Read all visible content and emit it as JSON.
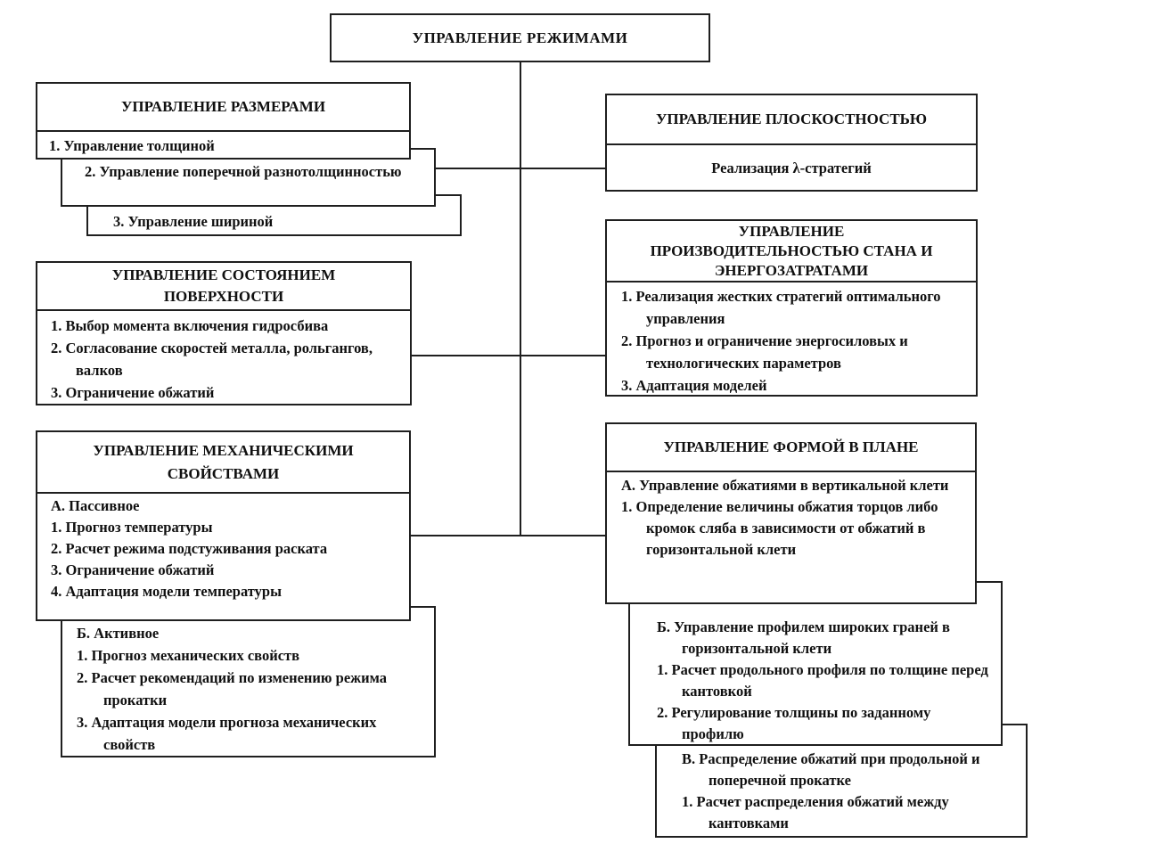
{
  "colors": {
    "background": "#ffffff",
    "border": "#1f1f1f",
    "text": "#101010"
  },
  "diagram": {
    "root": {
      "title": "УПРАВЛЕНИЕ РЕЖИМАМИ"
    },
    "dimensions": {
      "title": "УПРАВЛЕНИЕ РАЗМЕРАМИ",
      "item1": "1. Управление толщиной",
      "item2": "2. Управление поперечной разнотолщинностью",
      "item3": "3. Управление шириной"
    },
    "surface": {
      "title": "УПРАВЛЕНИЕ СОСТОЯНИЕМ ПОВЕРХНОСТИ",
      "items": [
        "1. Выбор момента включения гидросбива",
        "2. Согласование скоростей металла, рольгангов, валков",
        "3. Ограничение обжатий"
      ]
    },
    "mechanical": {
      "title": "УПРАВЛЕНИЕ МЕХАНИЧЕСКИМИ СВОЙСТВАМИ",
      "passive_items": [
        "А. Пассивное",
        "1. Прогноз температуры",
        "2. Расчет режима подстуживания раската",
        "3. Ограничение обжатий",
        "4. Адаптация модели температуры"
      ],
      "active_items": [
        "Б. Активное",
        "1. Прогноз механических свойств",
        "2. Расчет рекомендаций по изменению режима прокатки",
        "3. Адаптация модели прогноза механических свойств"
      ]
    },
    "flatness": {
      "title": "УПРАВЛЕНИЕ ПЛОСКОСТНОСТЬЮ",
      "item": "Реализация λ-стратегий"
    },
    "productivity": {
      "title": "УПРАВЛЕНИЕ ПРОИЗВОДИТЕЛЬНОСТЬЮ СТАНА И ЭНЕРГОЗАТРАТАМИ",
      "items": [
        "1. Реализация жестких стратегий оптимального управления",
        "2. Прогноз и ограничение энергосиловых и технологических параметров",
        "3. Адаптация моделей"
      ]
    },
    "plan_shape": {
      "title": "УПРАВЛЕНИЕ ФОРМОЙ В ПЛАНЕ",
      "a_items": [
        "А. Управление обжатиями в вертикальной клети",
        "1. Определение величины обжатия торцов либо кромок сляба в зависимости от обжатий в горизонтальной клети"
      ],
      "b_items": [
        "Б. Управление профилем широких граней в горизонтальной клети",
        "1. Расчет продольного профиля по толщине перед кантовкой",
        "2. Регулирование толщины по заданному профилю"
      ],
      "v_items": [
        "В. Распределение обжатий при продольной и поперечной прокатке",
        "1. Расчет распределения обжатий между кантовками"
      ]
    }
  }
}
